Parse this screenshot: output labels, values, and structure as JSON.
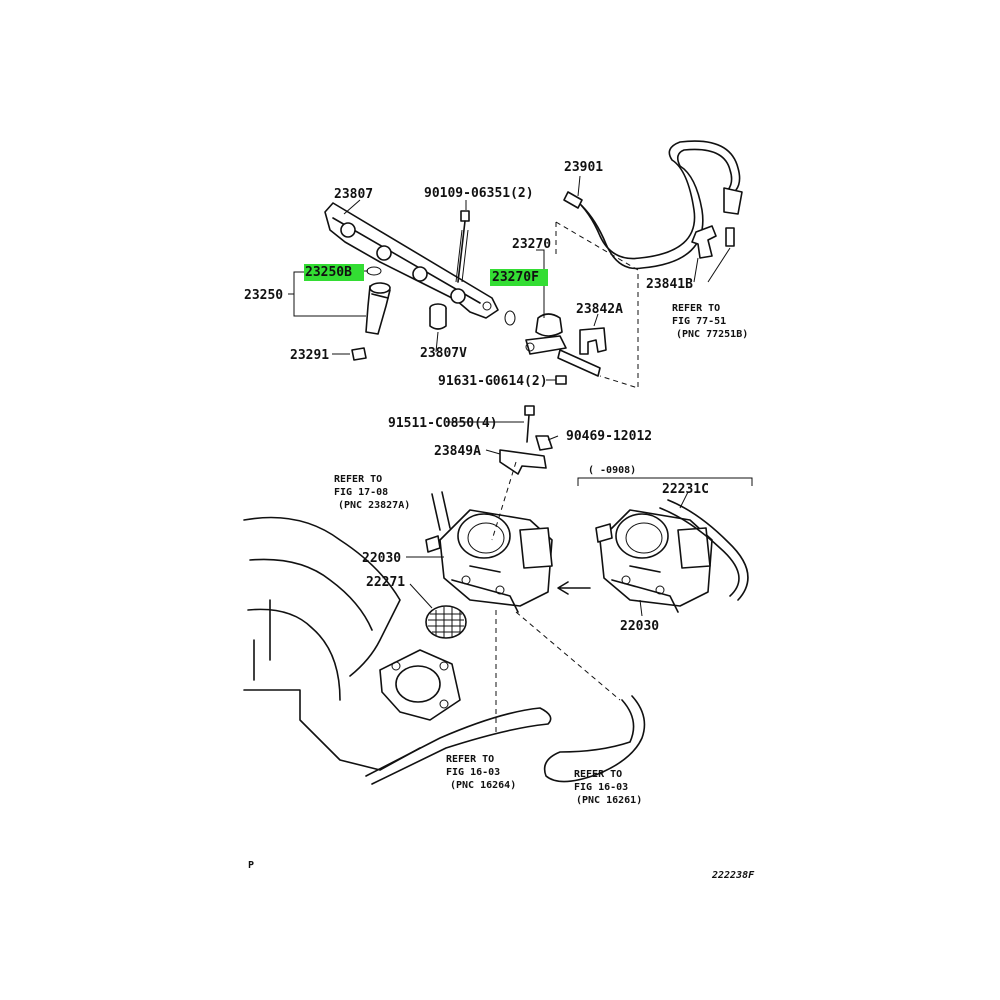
{
  "labels": {
    "p23807": "23807",
    "p90109": "90109-06351(2)",
    "p23901": "23901",
    "p23270": "23270",
    "p23270f": "23270F",
    "p23250b": "23250B",
    "p23250": "23250",
    "p23842a": "23842A",
    "p23841b": "23841B",
    "p23291": "23291",
    "p23807v": "23807V",
    "p91631": "91631-G0614(2)",
    "p91511": "91511-C0850(4)",
    "p90469": "90469-12012",
    "p23849a": "23849A",
    "p22030a": "22030",
    "p22271": "22271",
    "p22231c": "22231C",
    "p22030b": "22030",
    "p0908": "( -0908)"
  },
  "refs": {
    "fig77": {
      "line1": "REFER TO",
      "line2": "FIG 77-51",
      "line3": "(PNC 77251B)"
    },
    "fig17": {
      "line1": "REFER TO",
      "line2": "FIG 17-08",
      "line3": "(PNC 23827A)"
    },
    "fig16a": {
      "line1": "REFER TO",
      "line2": "FIG 16-03",
      "line3": "(PNC 16264)"
    },
    "fig16b": {
      "line1": "REFER TO",
      "line2": "FIG 16-03",
      "line3": "(PNC 16261)"
    }
  },
  "corner": {
    "left": "P",
    "right": "222238F"
  },
  "colors": {
    "highlight": "#33dd33",
    "ink": "#111111",
    "background": "#ffffff"
  }
}
